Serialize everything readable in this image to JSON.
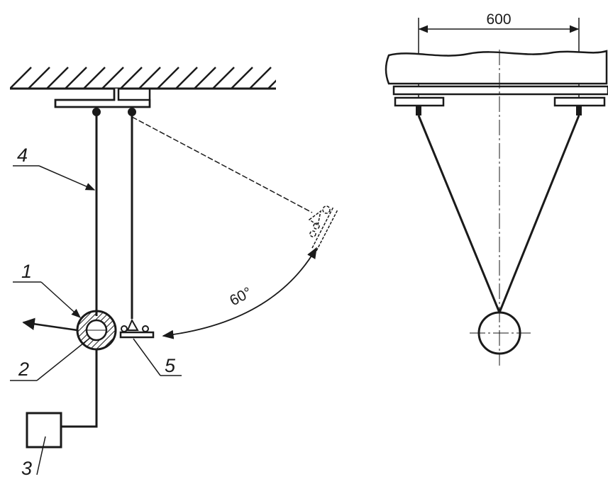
{
  "labels": {
    "part_1": "1",
    "part_2": "2",
    "part_3": "3",
    "part_4": "4",
    "part_5": "5"
  },
  "angle_label": "60°",
  "dimension_label": "600",
  "colors": {
    "line": "#1a1a1a",
    "background": "#ffffff"
  }
}
